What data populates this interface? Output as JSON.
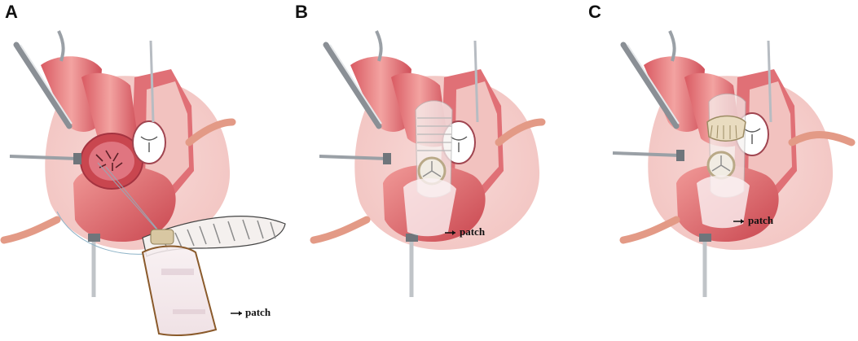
{
  "panels": [
    {
      "letter": "A",
      "patch_label": "patch"
    },
    {
      "letter": "B",
      "patch_label": "patch"
    },
    {
      "letter": "C",
      "patch_label": "patch"
    }
  ],
  "colors": {
    "pericardium": "#f6d3d1",
    "heart": "#e87b7b",
    "heart_dark": "#c94c52",
    "heart_light": "#f4b7b2",
    "chamber_inner": "#f1a9a9",
    "steel": "#8a8f95",
    "patch": "#f3e4e8",
    "valve_ring": "#d8c7a2",
    "vessel": "#e59a82"
  }
}
